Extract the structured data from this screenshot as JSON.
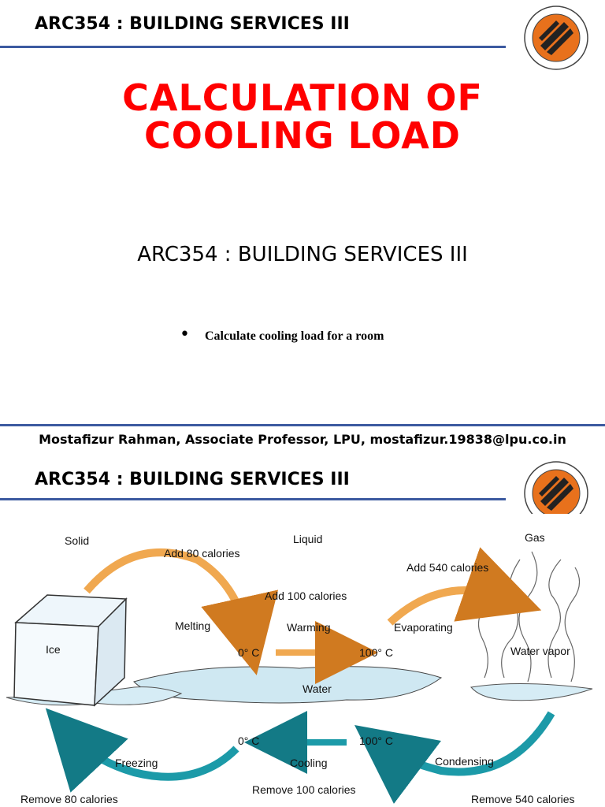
{
  "slide1": {
    "header": "ARC354 : BUILDING SERVICES III",
    "title_line1": "CALCULATION OF",
    "title_line2": "COOLING LOAD",
    "subtitle": "ARC354 : BUILDING SERVICES III",
    "bullet": "Calculate cooling load for a room",
    "footer": "Mostafizur Rahman, Associate Professor, LPU, mostafizur.19838@lpu.co.in"
  },
  "slide2": {
    "header": "ARC354 : BUILDING SERVICES III"
  },
  "diagram": {
    "solid": "Solid",
    "liquid": "Liquid",
    "gas": "Gas",
    "add80": "Add 80 calories",
    "add100": "Add 100 calories",
    "add540": "Add 540 calories",
    "melting": "Melting",
    "warming": "Warming",
    "evaporating": "Evaporating",
    "ice": "Ice",
    "zero_c_top": "0° C",
    "hundred_c_top": "100° C",
    "water_vapor": "Water vapor",
    "water": "Water",
    "zero_c_bottom": "0° C",
    "hundred_c_bottom": "100° C",
    "freezing": "Freezing",
    "cooling": "Cooling",
    "condensing": "Condensing",
    "remove80": "Remove 80 calories",
    "remove100": "Remove 100 calories",
    "remove540": "Remove 540 calories"
  },
  "colors": {
    "title_red": "#ff0000",
    "rule_blue": "#3c5aa0",
    "logo_orange": "#e8711c",
    "arrow_orange": "#f0a850",
    "arrow_teal": "#1c9aa8"
  }
}
